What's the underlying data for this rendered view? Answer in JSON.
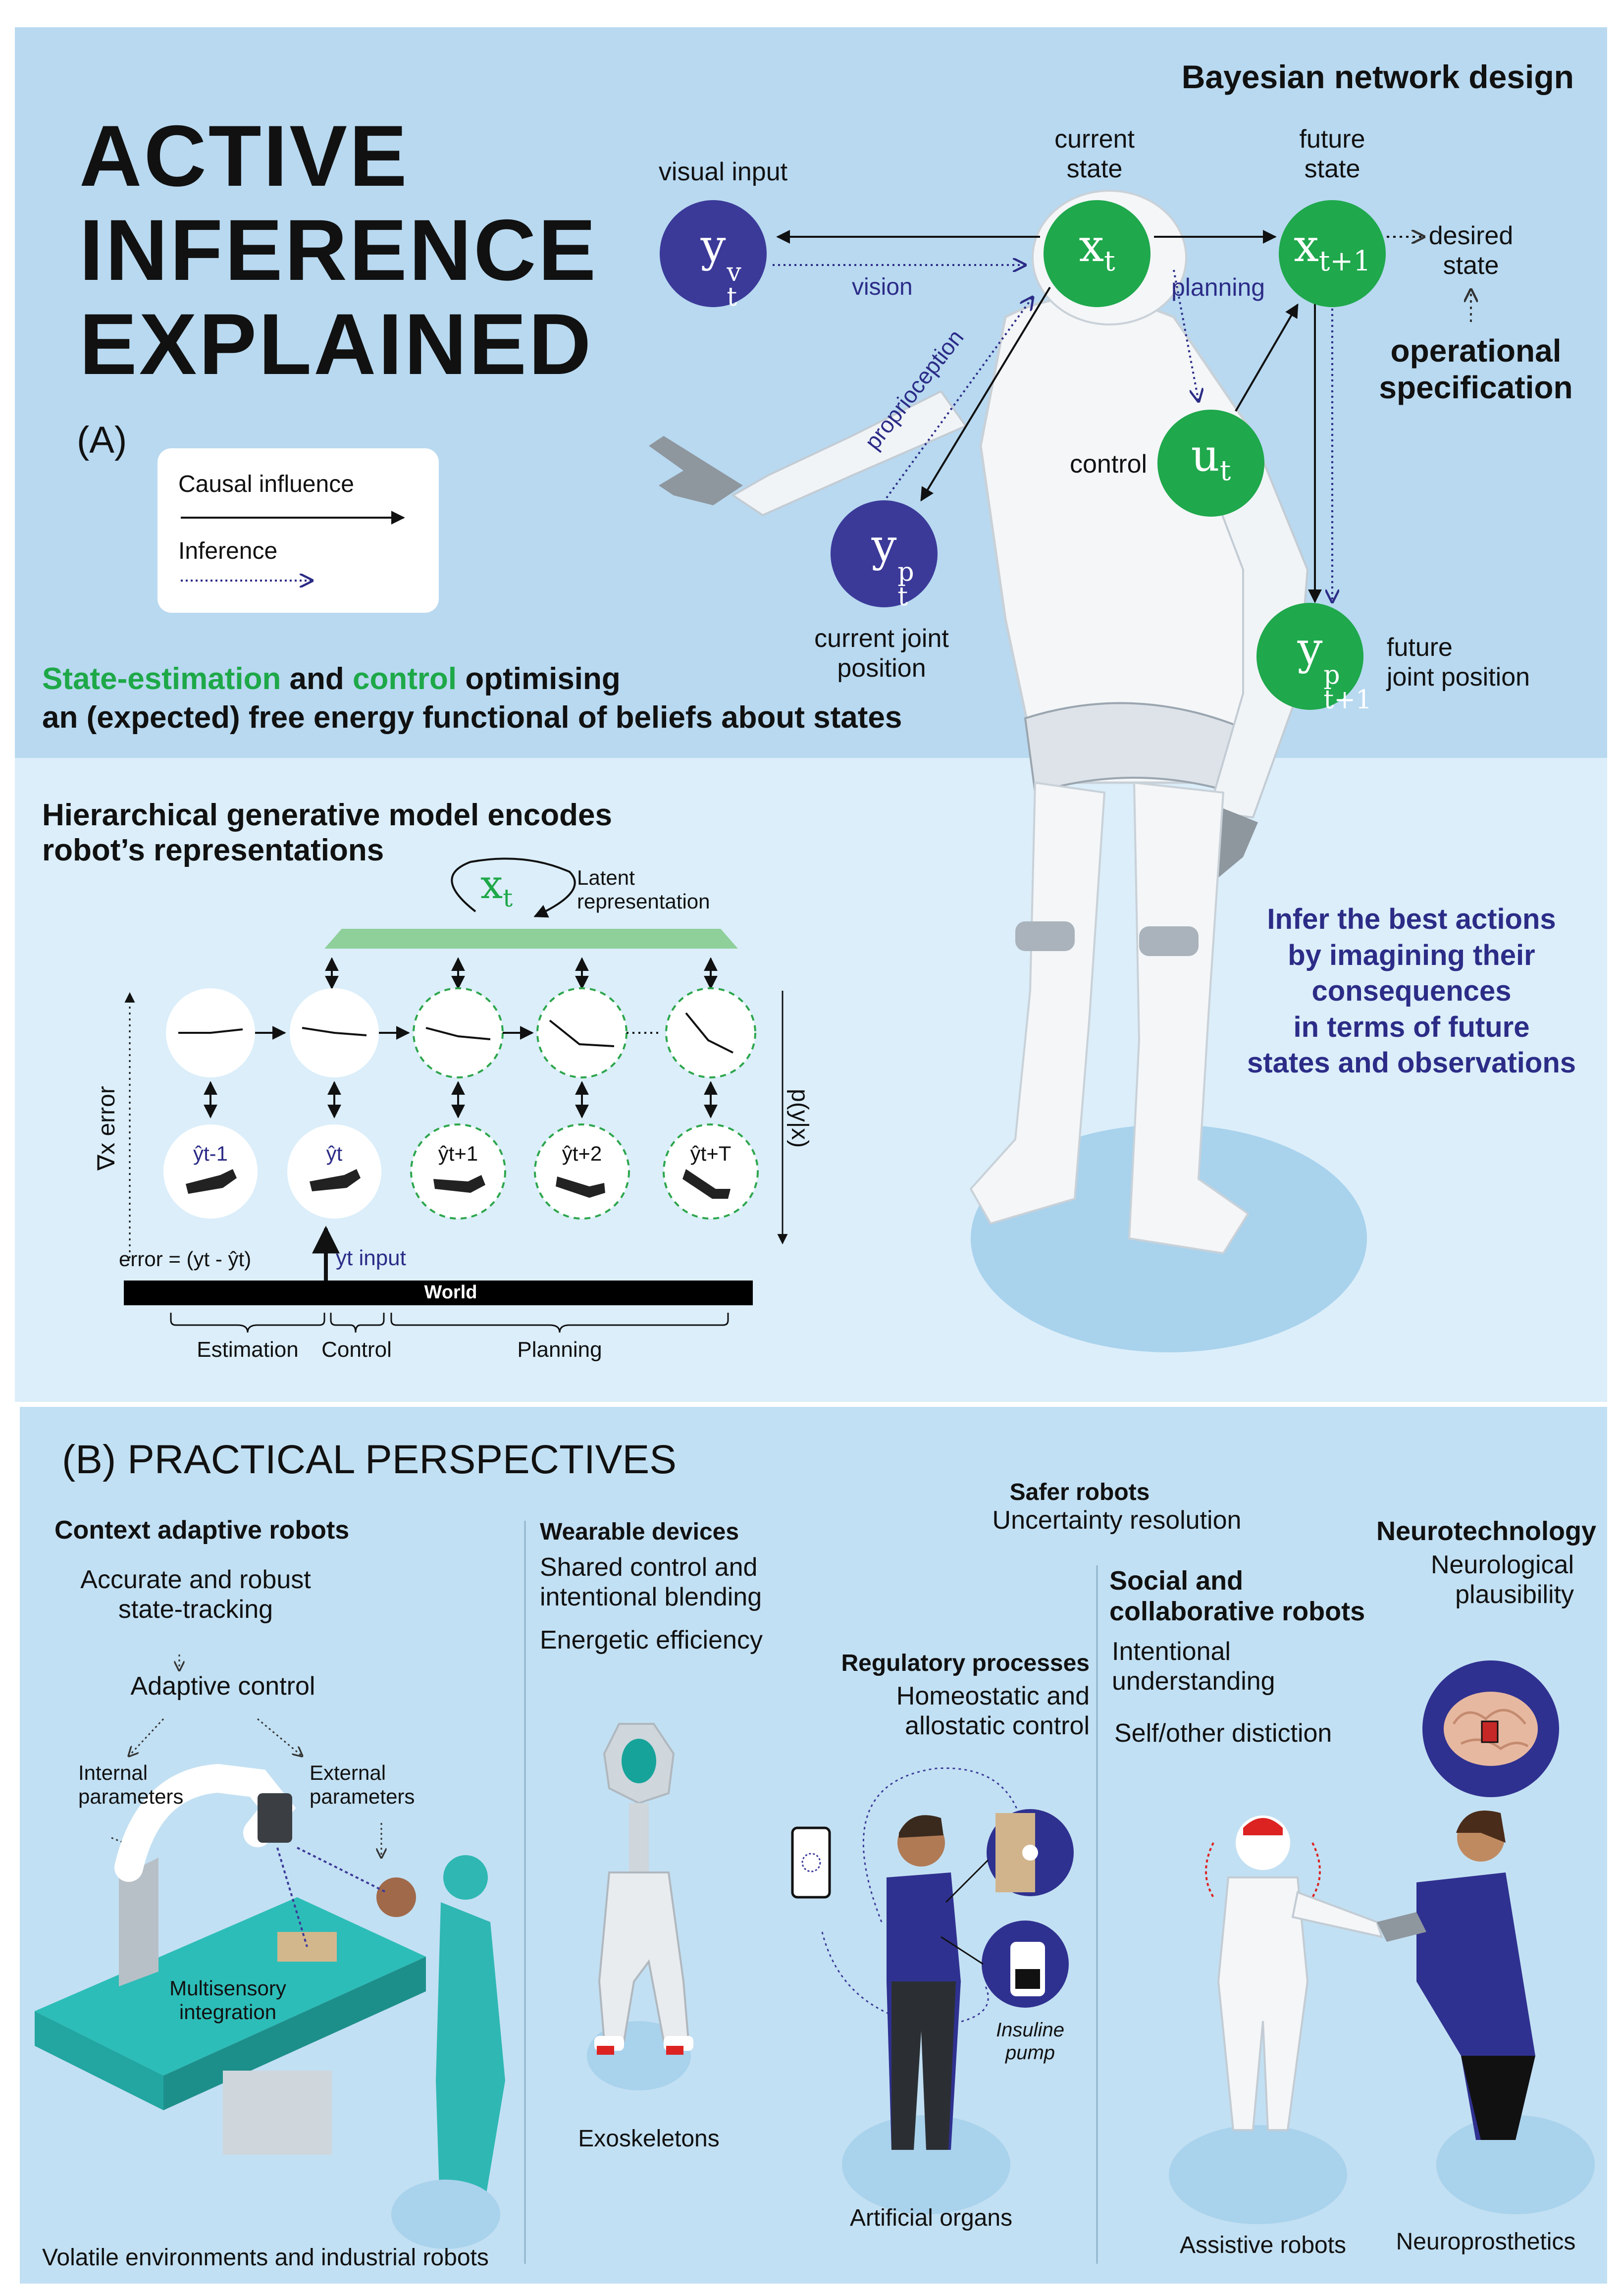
{
  "colors": {
    "top_panel": "#b8d9f0",
    "middle_panel": "#dbeefa",
    "bottom_panel": "#c2e0f3",
    "navy_node": "#3b3a99",
    "green_node": "#1fa84c",
    "accent_text": "#2c2c87",
    "green_text": "#1ea848"
  },
  "header": {
    "title_line1": "ACTIVE",
    "title_line2": "INFERENCE",
    "title_line3": "EXPLAINED",
    "panel_a_label": "(A)"
  },
  "legend": {
    "causal_label": "Causal influence",
    "inference_label": "Inference"
  },
  "bayes": {
    "title": "Bayesian network design",
    "visual_input": "visual input",
    "current_state": "current\nstate",
    "future_state": "future\nstate",
    "desired_state": "desired\nstate",
    "operational_spec": "operational\nspecification",
    "vision": "vision",
    "planning": "planning",
    "proprioception": "proprioception",
    "control": "control",
    "current_joint": "current joint\nposition",
    "future_joint": "future\njoint position",
    "nodes": {
      "yv": "y",
      "yv_sup": "v",
      "yv_sub": "t",
      "xt": "x",
      "xt_sub": "t",
      "xt1": "x",
      "xt1_sub": "t+1",
      "ut": "u",
      "ut_sub": "t",
      "yp": "y",
      "yp_sup": "p",
      "yp_sub": "t",
      "yp1": "y",
      "yp1_sup": "p",
      "yp1_sub": "t+1"
    }
  },
  "state_estimation": {
    "part1": "State-estimation",
    "part2": " and ",
    "part3": "control",
    "part4": " optimising",
    "line2": "an (expected) free energy functional of beliefs about states"
  },
  "hierarchy": {
    "title": "Hierarchical generative model encodes\nrobot’s representations",
    "latent_x": "x",
    "latent_x_sub": "t",
    "latent_label": "Latent\nrepresentation",
    "y_labels": [
      "ŷt-1",
      "ŷt",
      "ŷt+1",
      "ŷt+2",
      "ŷt+T"
    ],
    "grad_label": "∇x error",
    "p_label": "p(y|x)",
    "error_label": "error = (yt - ŷt)",
    "input_label": "input",
    "input_y": "yt",
    "world": "World",
    "estimation": "Estimation",
    "control": "Control",
    "planning": "Planning"
  },
  "infer": {
    "text": "Infer the best actions\nby imagining their\nconsequences\nin terms of future\nstates and observations"
  },
  "practical": {
    "title": "(B) PRACTICAL PERSPECTIVES",
    "context_title": "Context adaptive robots",
    "accurate": "Accurate and robust\nstate-tracking",
    "adaptive": "Adaptive control",
    "internal": "Internal\nparameters",
    "external": "External\nparameters",
    "multisensory": "Multisensory\nintegration",
    "volatile": "Volatile environments and industrial robots",
    "wearable_title": "Wearable devices",
    "shared": "Shared control and\nintentional blending",
    "energetic": "Energetic efficiency",
    "exoskeletons": "Exoskeletons",
    "safer_title": "Safer robots",
    "uncertainty": "Uncertainty resolution",
    "regulatory_title": "Regulatory processes",
    "homeostatic": "Homeostatic and\nallostatic control",
    "insuline": "Insuline\npump",
    "artificial": "Artificial organs",
    "social_title": "Social and\ncollaborative robots",
    "intentional": "Intentional\nunderstanding",
    "selfother": "Self/other distiction",
    "assistive": "Assistive robots",
    "neurotech_title": "Neurotechnology",
    "neuro_plaus": "Neurological\nplausibility",
    "neuroprosthetics": "Neuroprosthetics"
  }
}
